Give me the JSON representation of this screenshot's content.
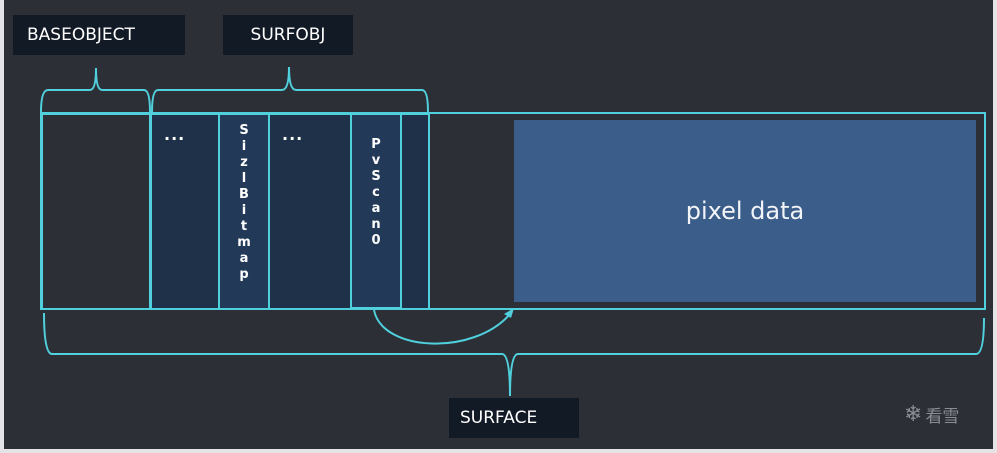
{
  "labels": {
    "baseobject": "BASEOBJECT",
    "surfobj": "SURFOBJ",
    "surface": "SURFACE"
  },
  "fields": {
    "ellipsis1": "...",
    "sizlbitmap": "S\ni\nz\nl\nB\ni\nt\nm\na\np",
    "ellipsis2": "...",
    "pvscan0": "P\nv\nS\nc\na\nn\n0"
  },
  "pixel_data": {
    "label": "pixel data"
  },
  "watermark": {
    "icon": "snowflake-icon",
    "text": "看雪"
  },
  "colors": {
    "background": "#2d2f36",
    "accent_line": "#4fd0dc",
    "field_fill": "#1e3148",
    "field_fill_highlight": "#223a58",
    "pixel_fill": "#3a5d89",
    "label_bg": "#121a26"
  }
}
